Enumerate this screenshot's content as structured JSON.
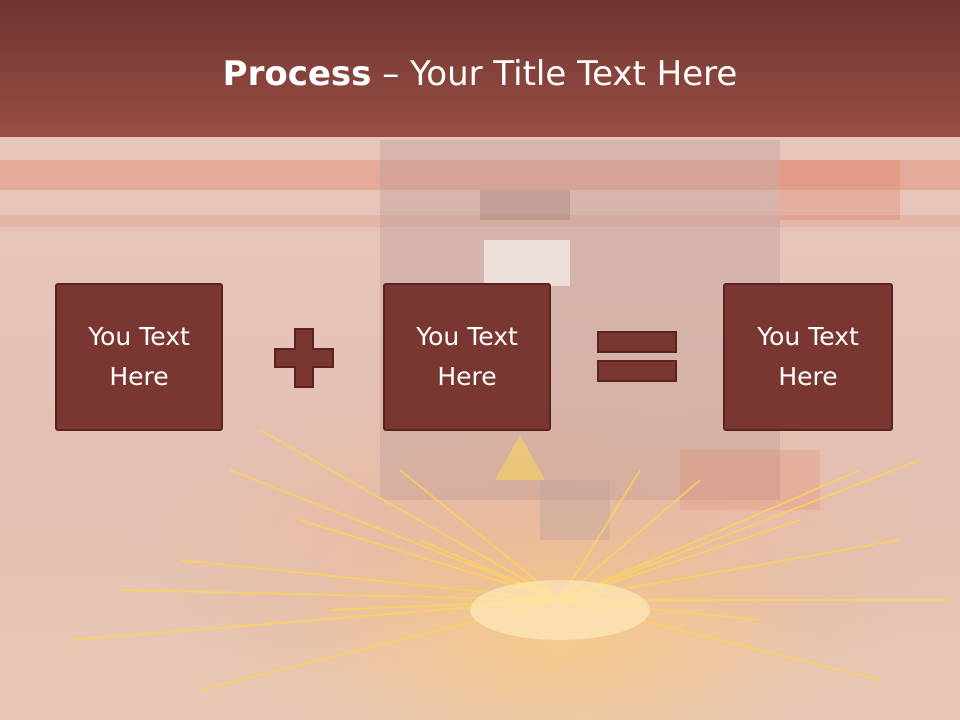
{
  "slide": {
    "title_bold": "Process",
    "title_dash": " – ",
    "title_rest": "Your Title Text Here"
  },
  "boxes": [
    {
      "text": "You Text Here"
    },
    {
      "text": "You Text Here"
    },
    {
      "text": "You Text Here"
    }
  ],
  "operators": [
    "plus-icon",
    "equals-icon"
  ],
  "colors": {
    "title_bar": "#86433b",
    "box_fill": "#7a3631",
    "box_border": "#5b2320",
    "background": "#e6c3b8"
  }
}
